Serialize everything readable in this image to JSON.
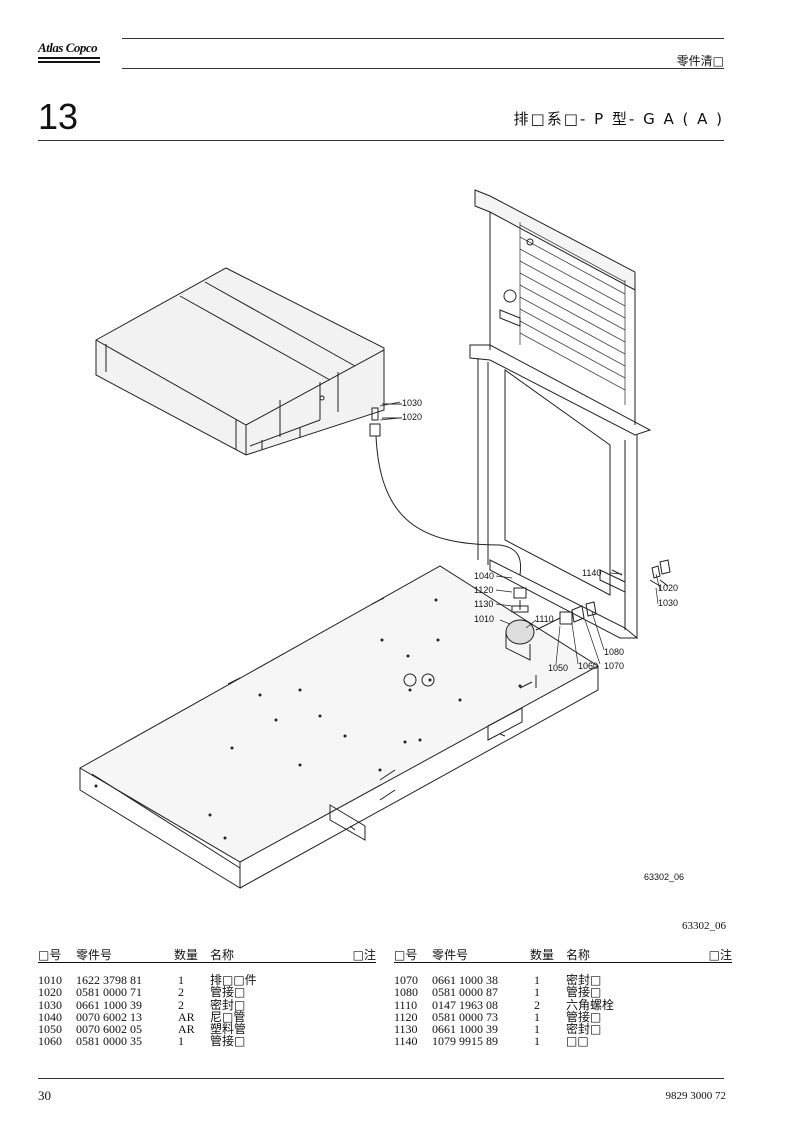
{
  "header": {
    "logo": "Atlas Copco",
    "doc_type": "零件清□",
    "section_number": "13",
    "section_title": "排□系□- P 型- G A ( A )"
  },
  "drawing": {
    "labels": [
      "1030",
      "1020",
      "1040",
      "1120",
      "1130",
      "1010",
      "1110",
      "1140",
      "1020",
      "1030",
      "1080",
      "1070",
      "1060",
      "1050"
    ],
    "figure_code": "63302_06"
  },
  "figure_code": "63302_06",
  "table": {
    "headers": {
      "pos": "□号",
      "part": "零件号",
      "qty": "数量",
      "name": "名称",
      "remarks": "□注"
    },
    "left_rows": [
      {
        "pos": "1010",
        "part": "1622 3798 81",
        "qty": "1",
        "name": "排□□件"
      },
      {
        "pos": "1020",
        "part": "0581 0000 71",
        "qty": "2",
        "name": "管接□"
      },
      {
        "pos": "1030",
        "part": "0661 1000 39",
        "qty": "2",
        "name": "密封□"
      },
      {
        "pos": "1040",
        "part": "0070 6002 13",
        "qty": "AR",
        "name": "尼□管"
      },
      {
        "pos": "1050",
        "part": "0070 6002 05",
        "qty": "AR",
        "name": "塑料管"
      },
      {
        "pos": "1060",
        "part": "0581 0000 35",
        "qty": "1",
        "name": "管接□"
      }
    ],
    "right_rows": [
      {
        "pos": "1070",
        "part": "0661 1000 38",
        "qty": "1",
        "name": "密封□"
      },
      {
        "pos": "1080",
        "part": "0581 0000 87",
        "qty": "1",
        "name": "管接□"
      },
      {
        "pos": "1110",
        "part": "0147 1963 08",
        "qty": "2",
        "name": "六角螺栓"
      },
      {
        "pos": "1120",
        "part": "0581 0000 73",
        "qty": "1",
        "name": "管接□"
      },
      {
        "pos": "1130",
        "part": "0661 1000 39",
        "qty": "1",
        "name": "密封□"
      },
      {
        "pos": "1140",
        "part": "1079 9915 89",
        "qty": "1",
        "name": "□□"
      }
    ]
  },
  "footer": {
    "page_number": "30",
    "doc_number": "9829 3000 72"
  }
}
